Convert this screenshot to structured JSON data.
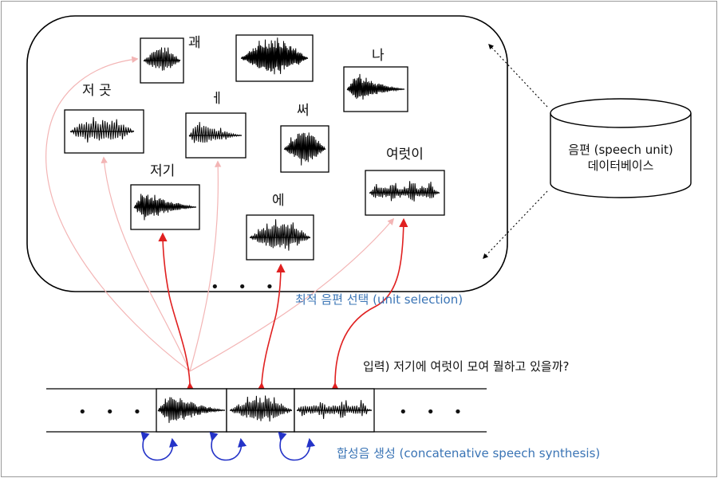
{
  "database": {
    "line1": "음편 (speech unit)",
    "line2": "데이터베이스"
  },
  "units": [
    {
      "label": "괘"
    },
    {
      "label": ""
    },
    {
      "label": "나"
    },
    {
      "label": "저 곳"
    },
    {
      "label": "ㅔ"
    },
    {
      "label": "써"
    },
    {
      "label": "저기"
    },
    {
      "label": "여럿이"
    },
    {
      "label": "에"
    }
  ],
  "ellipsis": {
    "db": "• • •",
    "left": "• • •",
    "right": "• • •"
  },
  "unit_selection_label": "최적 음편 선택 (unit selection)",
  "input_sentence": "입력) 저기에 여럿이 모여 뭘하고 있을까?",
  "synthesis_label": "합성음 생성 (concatenative speech synthesis)",
  "colors": {
    "selected_arrow": "#e02020",
    "candidate_arrow": "#f3b5b5",
    "join_arrow": "#2433c8",
    "blue_text": "#3a74b5",
    "border": "#000000"
  }
}
